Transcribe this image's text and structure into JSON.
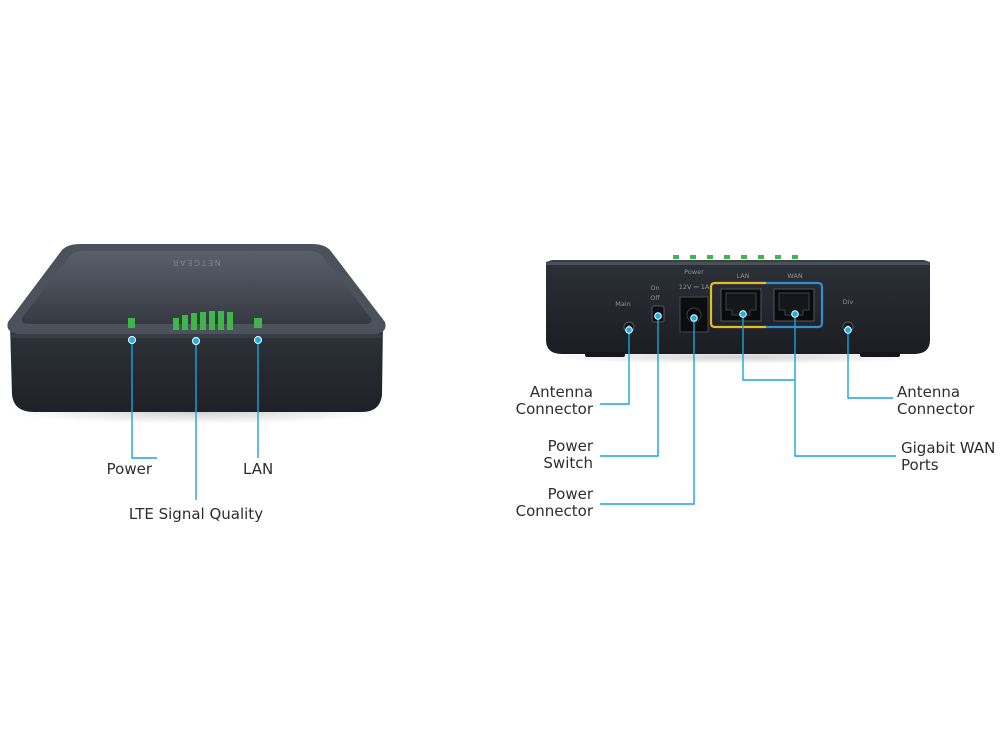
{
  "brand": "NETGEAR",
  "front_view": {
    "callouts": {
      "power": "Power",
      "lan": "LAN",
      "lte_signal_quality": "LTE Signal Quality"
    }
  },
  "rear_view": {
    "panel_text": {
      "main": "Main",
      "on": "On",
      "off": "Off",
      "power": "Power",
      "rating": "12V ⎓ 1A",
      "lan": "LAN",
      "wan": "WAN",
      "div": "Div"
    },
    "callouts": {
      "antenna_connector_main": [
        "Antenna",
        "Connector"
      ],
      "power_switch": [
        "Power",
        "Switch"
      ],
      "power_connector": [
        "Power",
        "Connector"
      ],
      "antenna_connector_div": [
        "Antenna",
        "Connector"
      ],
      "gigabit_wan_ports": [
        "Gigabit WAN",
        "Ports"
      ]
    }
  },
  "colors": {
    "callout_line": "#1aa3d9",
    "callout_dot": "#1ab0e8",
    "led": "#3fb54a",
    "device_body": "#2b2f36",
    "lan_highlight": "#e8b92a",
    "wan_highlight": "#2f8ed6"
  }
}
